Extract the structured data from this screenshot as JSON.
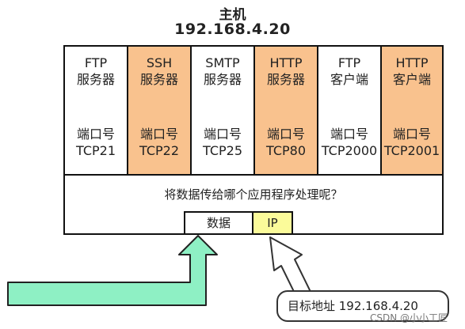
{
  "host": {
    "title": "主机",
    "ip": "192.168.4.20"
  },
  "services": [
    {
      "name_line1": "FTP",
      "name_line2": "服务器",
      "port_line1": "端口号",
      "port_line2": "TCP21",
      "highlight": false
    },
    {
      "name_line1": "SSH",
      "name_line2": "服务器",
      "port_line1": "端口号",
      "port_line2": "TCP22",
      "highlight": true
    },
    {
      "name_line1": "SMTP",
      "name_line2": "服务器",
      "port_line1": "端口号",
      "port_line2": "TCP25",
      "highlight": false
    },
    {
      "name_line1": "HTTP",
      "name_line2": "服务器",
      "port_line1": "端口号",
      "port_line2": "TCP80",
      "highlight": true
    },
    {
      "name_line1": "FTP",
      "name_line2": "客户端",
      "port_line1": "端口号",
      "port_line2": "TCP2000",
      "highlight": false
    },
    {
      "name_line1": "HTTP",
      "name_line2": "客户端",
      "port_line1": "端口号",
      "port_line2": "TCP2001",
      "highlight": true
    }
  ],
  "question": "将数据传给哪个应用程序处理呢？",
  "packet": {
    "data_label": "数据",
    "ip_label": "IP"
  },
  "destination": "目标地址 192.168.4.20",
  "watermark": "CSDN @小小工匠",
  "colors": {
    "orange": "#f9c28e",
    "ip_yellow": "#fbfb9a",
    "arrow_green": "#8ef0c4"
  }
}
